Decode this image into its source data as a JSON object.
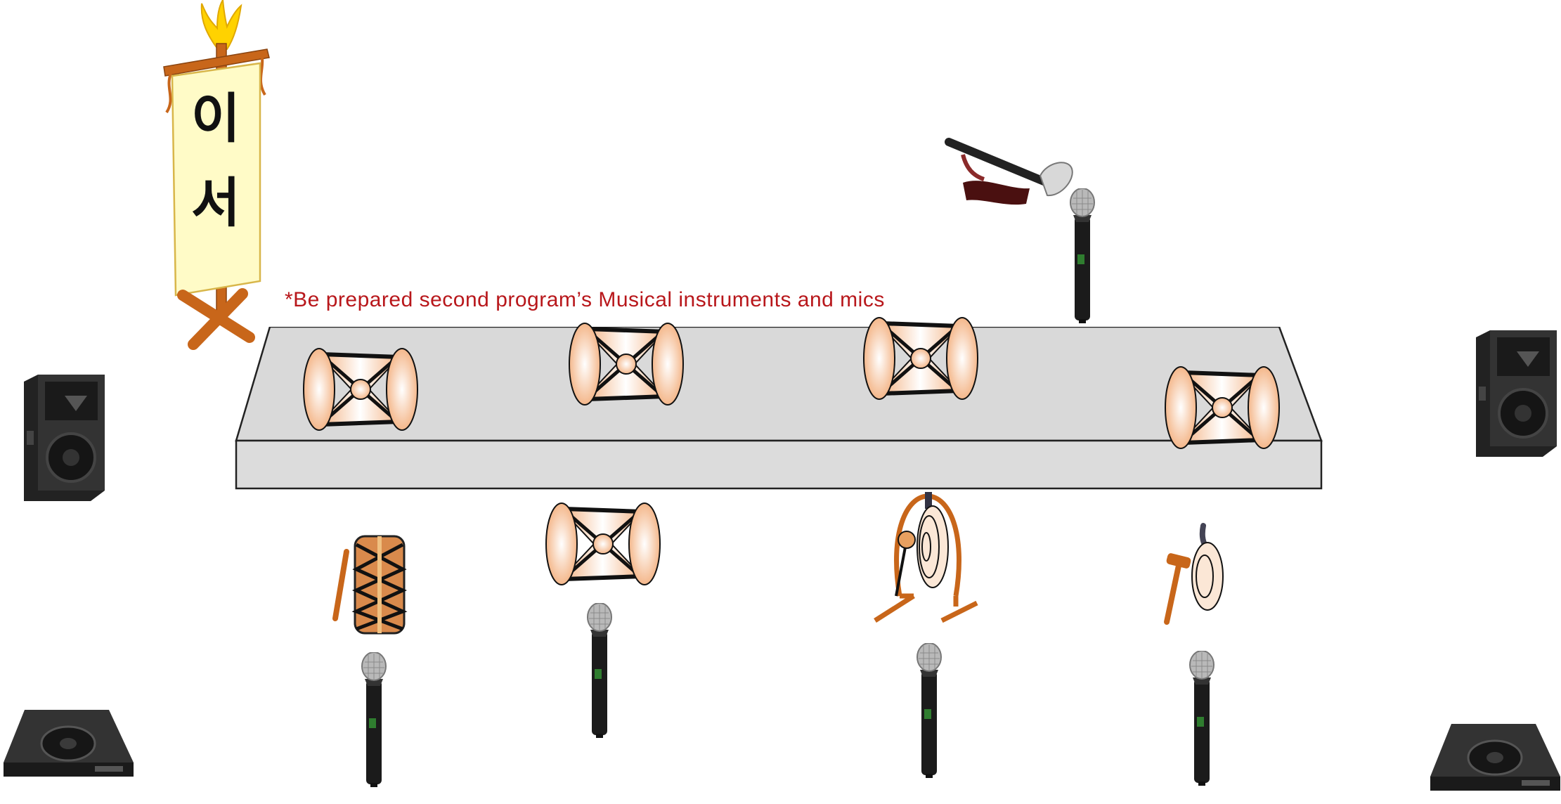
{
  "banner": {
    "line1": "이",
    "line2": "서"
  },
  "note": "*Be prepared second program’s Musical instruments and mics",
  "colors": {
    "note": "#b8171b",
    "stage_top": "#d9d9d9",
    "stage_front": "#dcdcdc",
    "banner": "#fffbc7",
    "wood": "#c8661a",
    "drum_skin_center": "#ffffff",
    "drum_skin_edge": "#f3b07f"
  },
  "items": {
    "speakers": [
      "speaker-left",
      "speaker-right",
      "floor-monitor-left",
      "floor-monitor-right"
    ],
    "janggu_on_stage": 4,
    "microphones": 5,
    "instruments_front": [
      "buk-drum",
      "janggu",
      "jing-gong",
      "kkwaenggwari"
    ],
    "wind": "taepyeongso"
  }
}
